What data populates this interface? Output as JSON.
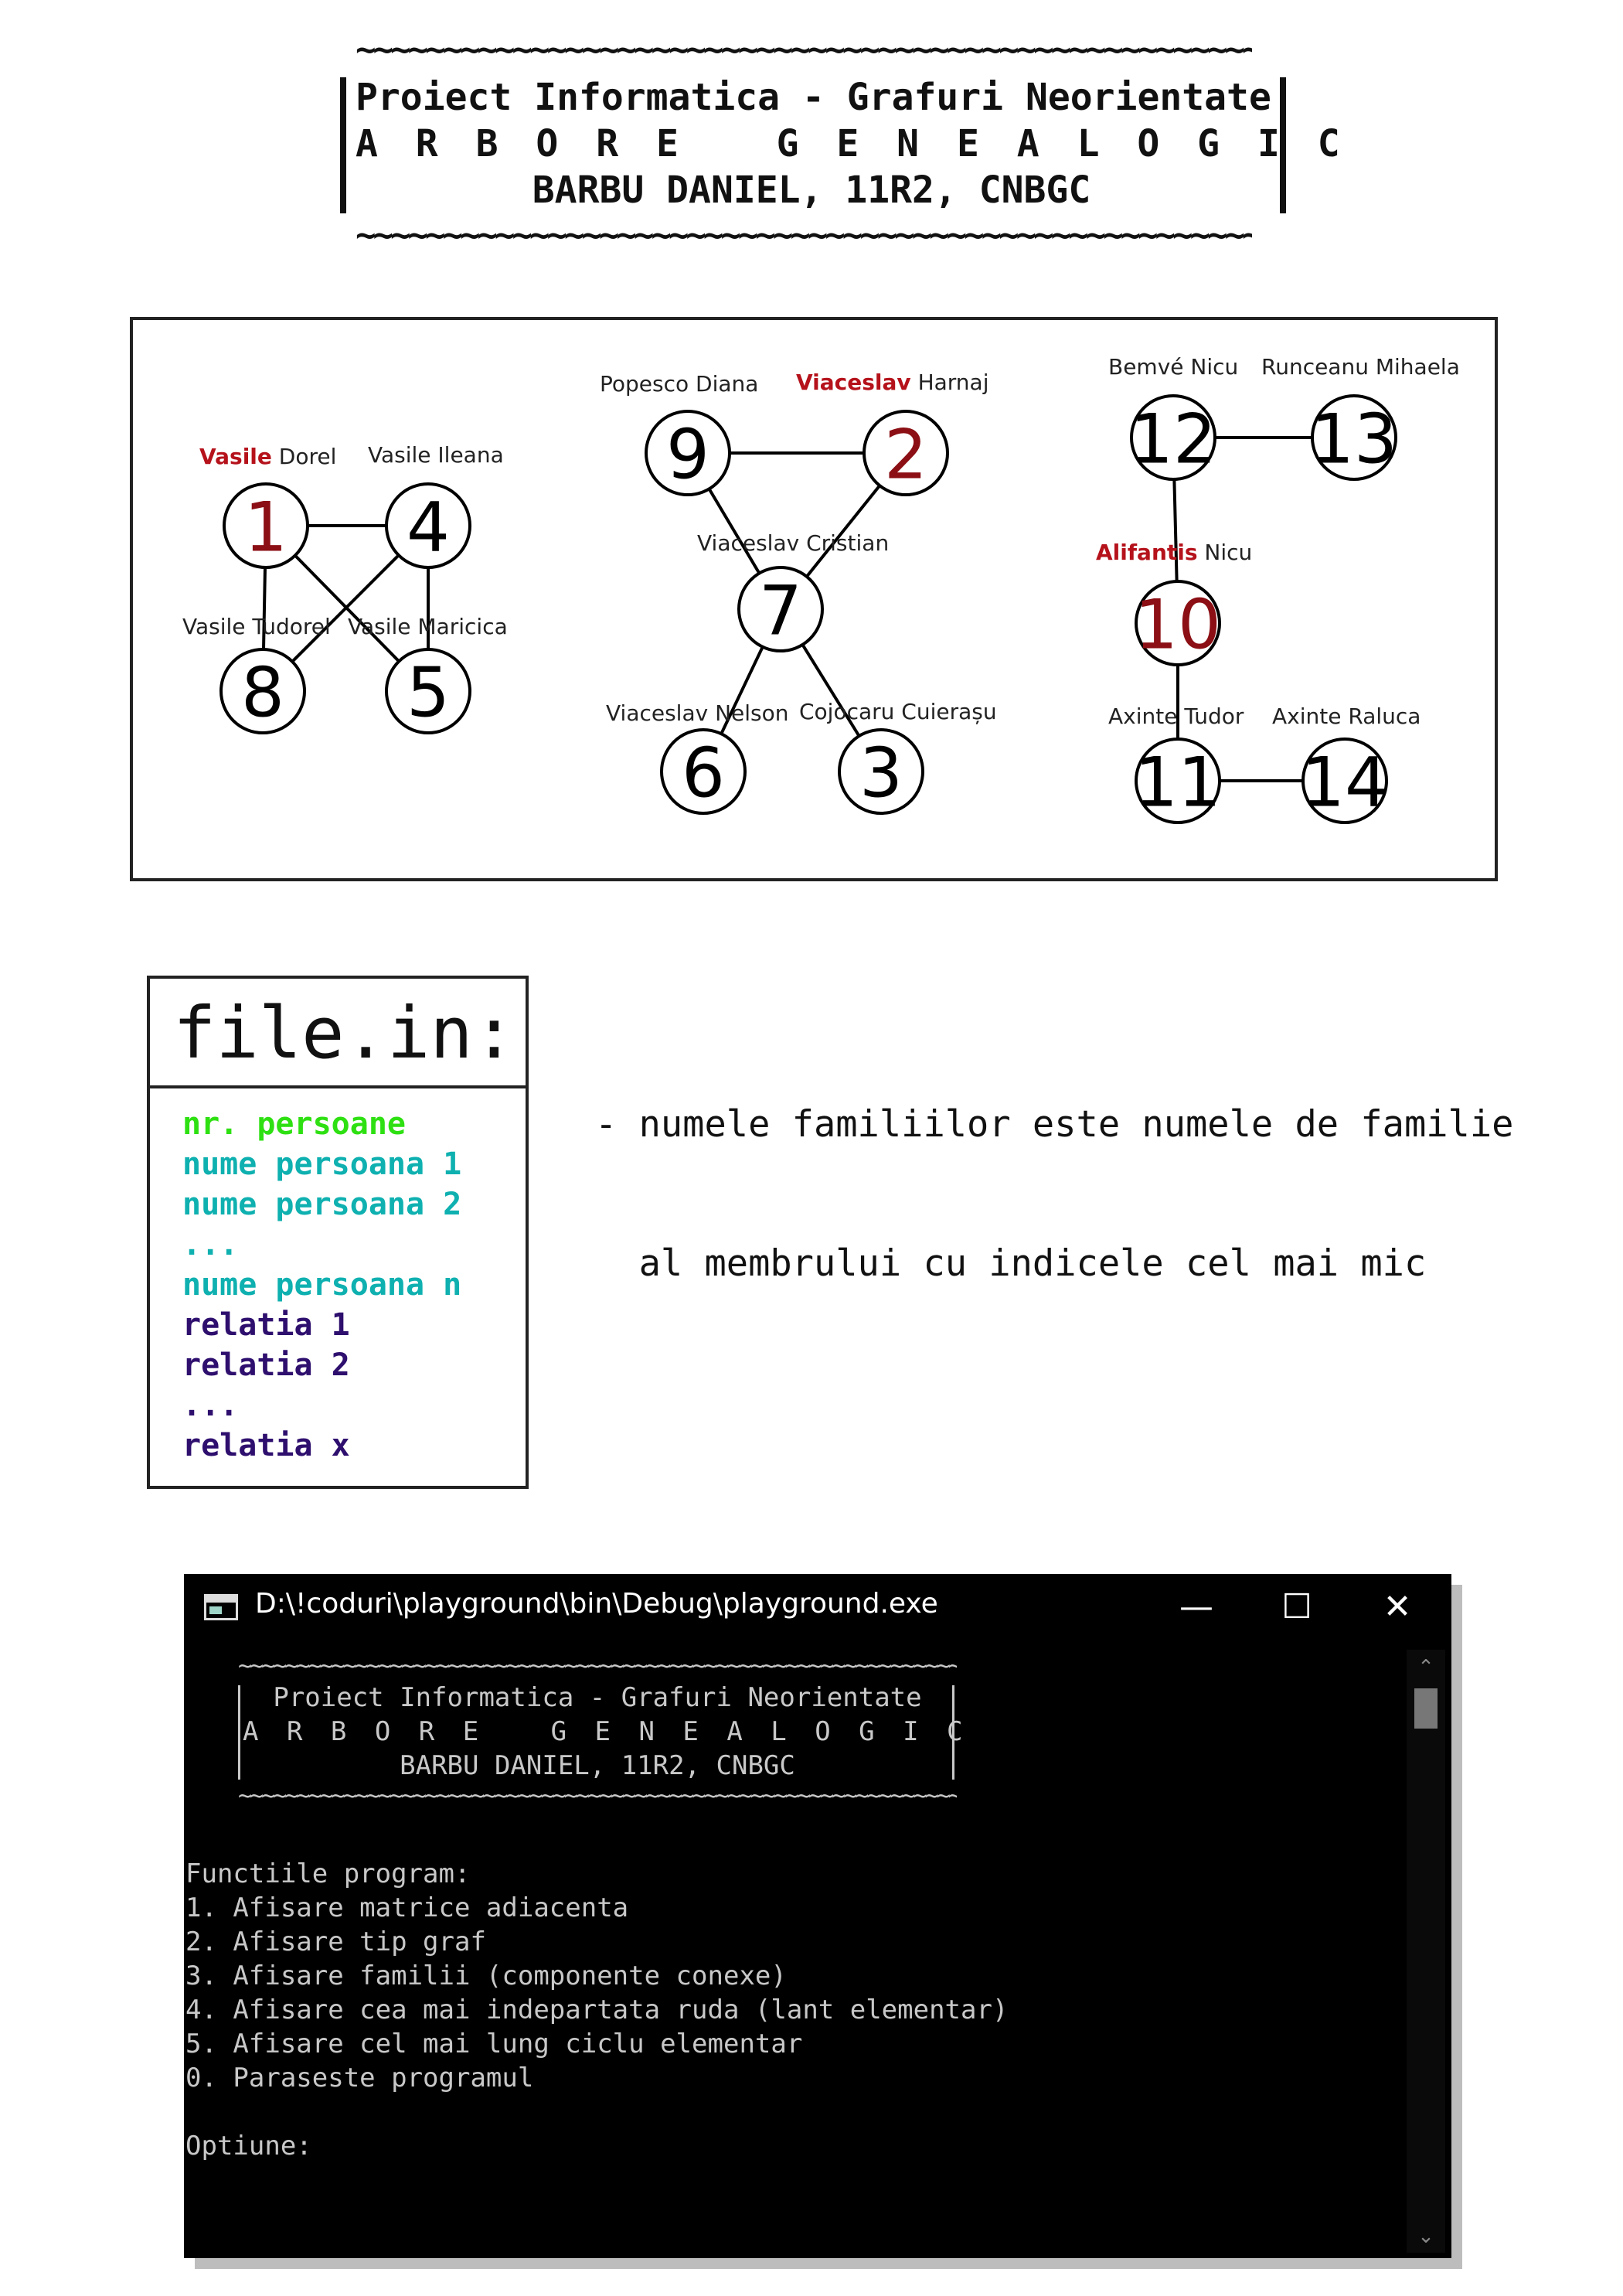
{
  "banner": {
    "tilde": "~~~~~~~~~~~~~~~~~~~~~~~~~~~~~~~~~~~~~~~~~~~~~~~~~~~~~~~~~~~~~~~~~~~~~~~~~~~~~~~~~~~~~~~~~~~~~~~",
    "line1": "Proiect Informatica - Grafuri Neorientate",
    "line2": "A R B O R E   G E N E A L O G I C",
    "line3": "BARBU DANIEL, 11R2, CNBGC"
  },
  "graph": {
    "nodes": [
      {
        "id": "1",
        "highlight": true
      },
      {
        "id": "4",
        "highlight": false
      },
      {
        "id": "8",
        "highlight": false
      },
      {
        "id": "5",
        "highlight": false
      },
      {
        "id": "9",
        "highlight": false
      },
      {
        "id": "2",
        "highlight": true
      },
      {
        "id": "7",
        "highlight": false
      },
      {
        "id": "6",
        "highlight": false
      },
      {
        "id": "3",
        "highlight": false
      },
      {
        "id": "12",
        "highlight": false
      },
      {
        "id": "13",
        "highlight": false
      },
      {
        "id": "10",
        "highlight": true
      },
      {
        "id": "11",
        "highlight": false
      },
      {
        "id": "14",
        "highlight": false
      }
    ],
    "edges": [
      [
        "1",
        "4"
      ],
      [
        "1",
        "8"
      ],
      [
        "1",
        "5"
      ],
      [
        "4",
        "8"
      ],
      [
        "4",
        "5"
      ],
      [
        "9",
        "2"
      ],
      [
        "9",
        "7"
      ],
      [
        "2",
        "7"
      ],
      [
        "7",
        "6"
      ],
      [
        "7",
        "3"
      ],
      [
        "12",
        "13"
      ],
      [
        "12",
        "10"
      ],
      [
        "10",
        "11"
      ],
      [
        "11",
        "14"
      ]
    ],
    "labels": [
      {
        "node": "1",
        "family": "Vasile",
        "first": " Dorel"
      },
      {
        "node": "4",
        "family": "",
        "first": "Vasile Ileana"
      },
      {
        "node": "8",
        "family": "",
        "first": "Vasile Tudorel"
      },
      {
        "node": "5",
        "family": "",
        "first": "Vasile Maricica"
      },
      {
        "node": "9",
        "family": "",
        "first": "Popesco Diana"
      },
      {
        "node": "2",
        "family": "Viaceslav",
        "first": " Harnaj"
      },
      {
        "node": "7",
        "family": "",
        "first": "Viaceslav Cristian"
      },
      {
        "node": "6",
        "family": "",
        "first": "Viaceslav Nelson"
      },
      {
        "node": "3",
        "family": "",
        "first": "Cojocaru Cuierașu"
      },
      {
        "node": "12",
        "family": "",
        "first": "Bemvé Nicu"
      },
      {
        "node": "13",
        "family": "",
        "first": "Runceanu Mihaela"
      },
      {
        "node": "10",
        "family": "Alifantis",
        "first": " Nicu"
      },
      {
        "node": "11",
        "family": "",
        "first": "Axinte Tudor"
      },
      {
        "node": "14",
        "family": "",
        "first": "Axinte Raluca"
      }
    ],
    "colors": {
      "highlight_number": "#8b0f14",
      "family_name": "#b5121b"
    }
  },
  "file_box": {
    "title": "file.in:",
    "lines": [
      {
        "text": "nr. persoane",
        "color": "#2ee012"
      },
      {
        "text": "nume persoana 1",
        "color": "#0fb0b0"
      },
      {
        "text": "nume persoana 2",
        "color": "#0fb0b0"
      },
      {
        "text": "...",
        "color": "#0fb0b0"
      },
      {
        "text": "nume persoana n",
        "color": "#0fb0b0"
      },
      {
        "text": "relatia 1",
        "color": "#2e0f6e"
      },
      {
        "text": "relatia 2",
        "color": "#2e0f6e"
      },
      {
        "text": "...",
        "color": "#2e0f6e"
      },
      {
        "text": "relatia x",
        "color": "#2e0f6e"
      }
    ]
  },
  "note": {
    "line1": "- numele familiilor este numele de familie",
    "line2": "  al membrului cu indicele cel mai mic"
  },
  "console": {
    "title": "D:\\!coduri\\playground\\bin\\Debug\\playground.exe",
    "minimize_glyph": "—",
    "maximize_glyph": "☐",
    "close_glyph": "✕",
    "banner": {
      "tilde": "~~~~~~~~~~~~~~~~~~~~~~~~~~~~~~~~~~~~~~~~~~~~~~~~~~~~~~~~~~~~~~~~~~~~~~~~~~~~~~~~~~~",
      "line1": "Proiect Informatica - Grafuri Neorientate",
      "line2": "A R B O R E   G E N E A L O G I C",
      "line3": "BARBU DANIEL, 11R2, CNBGC"
    },
    "menu": {
      "heading": "Functiile program:",
      "items": [
        "1. Afisare matrice adiacenta",
        "2. Afisare tip graf",
        "3. Afisare familii (componente conexe)",
        "4. Afisare cea mai indepartata ruda (lant elementar)",
        "5. Afisare cel mai lung ciclu elementar",
        "0. Paraseste programul"
      ],
      "prompt": "Optiune:"
    },
    "scroll_up_glyph": "⌃",
    "scroll_down_glyph": "⌄"
  }
}
